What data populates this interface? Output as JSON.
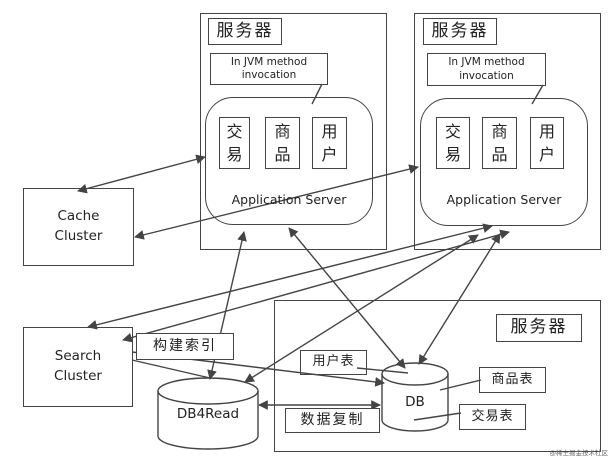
{
  "server_label": "服务器",
  "method_call": "In JVM method\ninvocation",
  "app_server_label": "Application Server",
  "modules": [
    "交\n易",
    "商\n品",
    "用\n户"
  ],
  "cache_cluster": "Cache\nCluster",
  "search_cluster": "Search\nCluster",
  "build_index": "构建索引",
  "db4read": "DB4Read",
  "db": "DB",
  "data_replication": "数据复制",
  "tables": {
    "user": "用户表",
    "product": "商品表",
    "trade": "交易表"
  },
  "watermark": "@稀土掘金技术社区"
}
